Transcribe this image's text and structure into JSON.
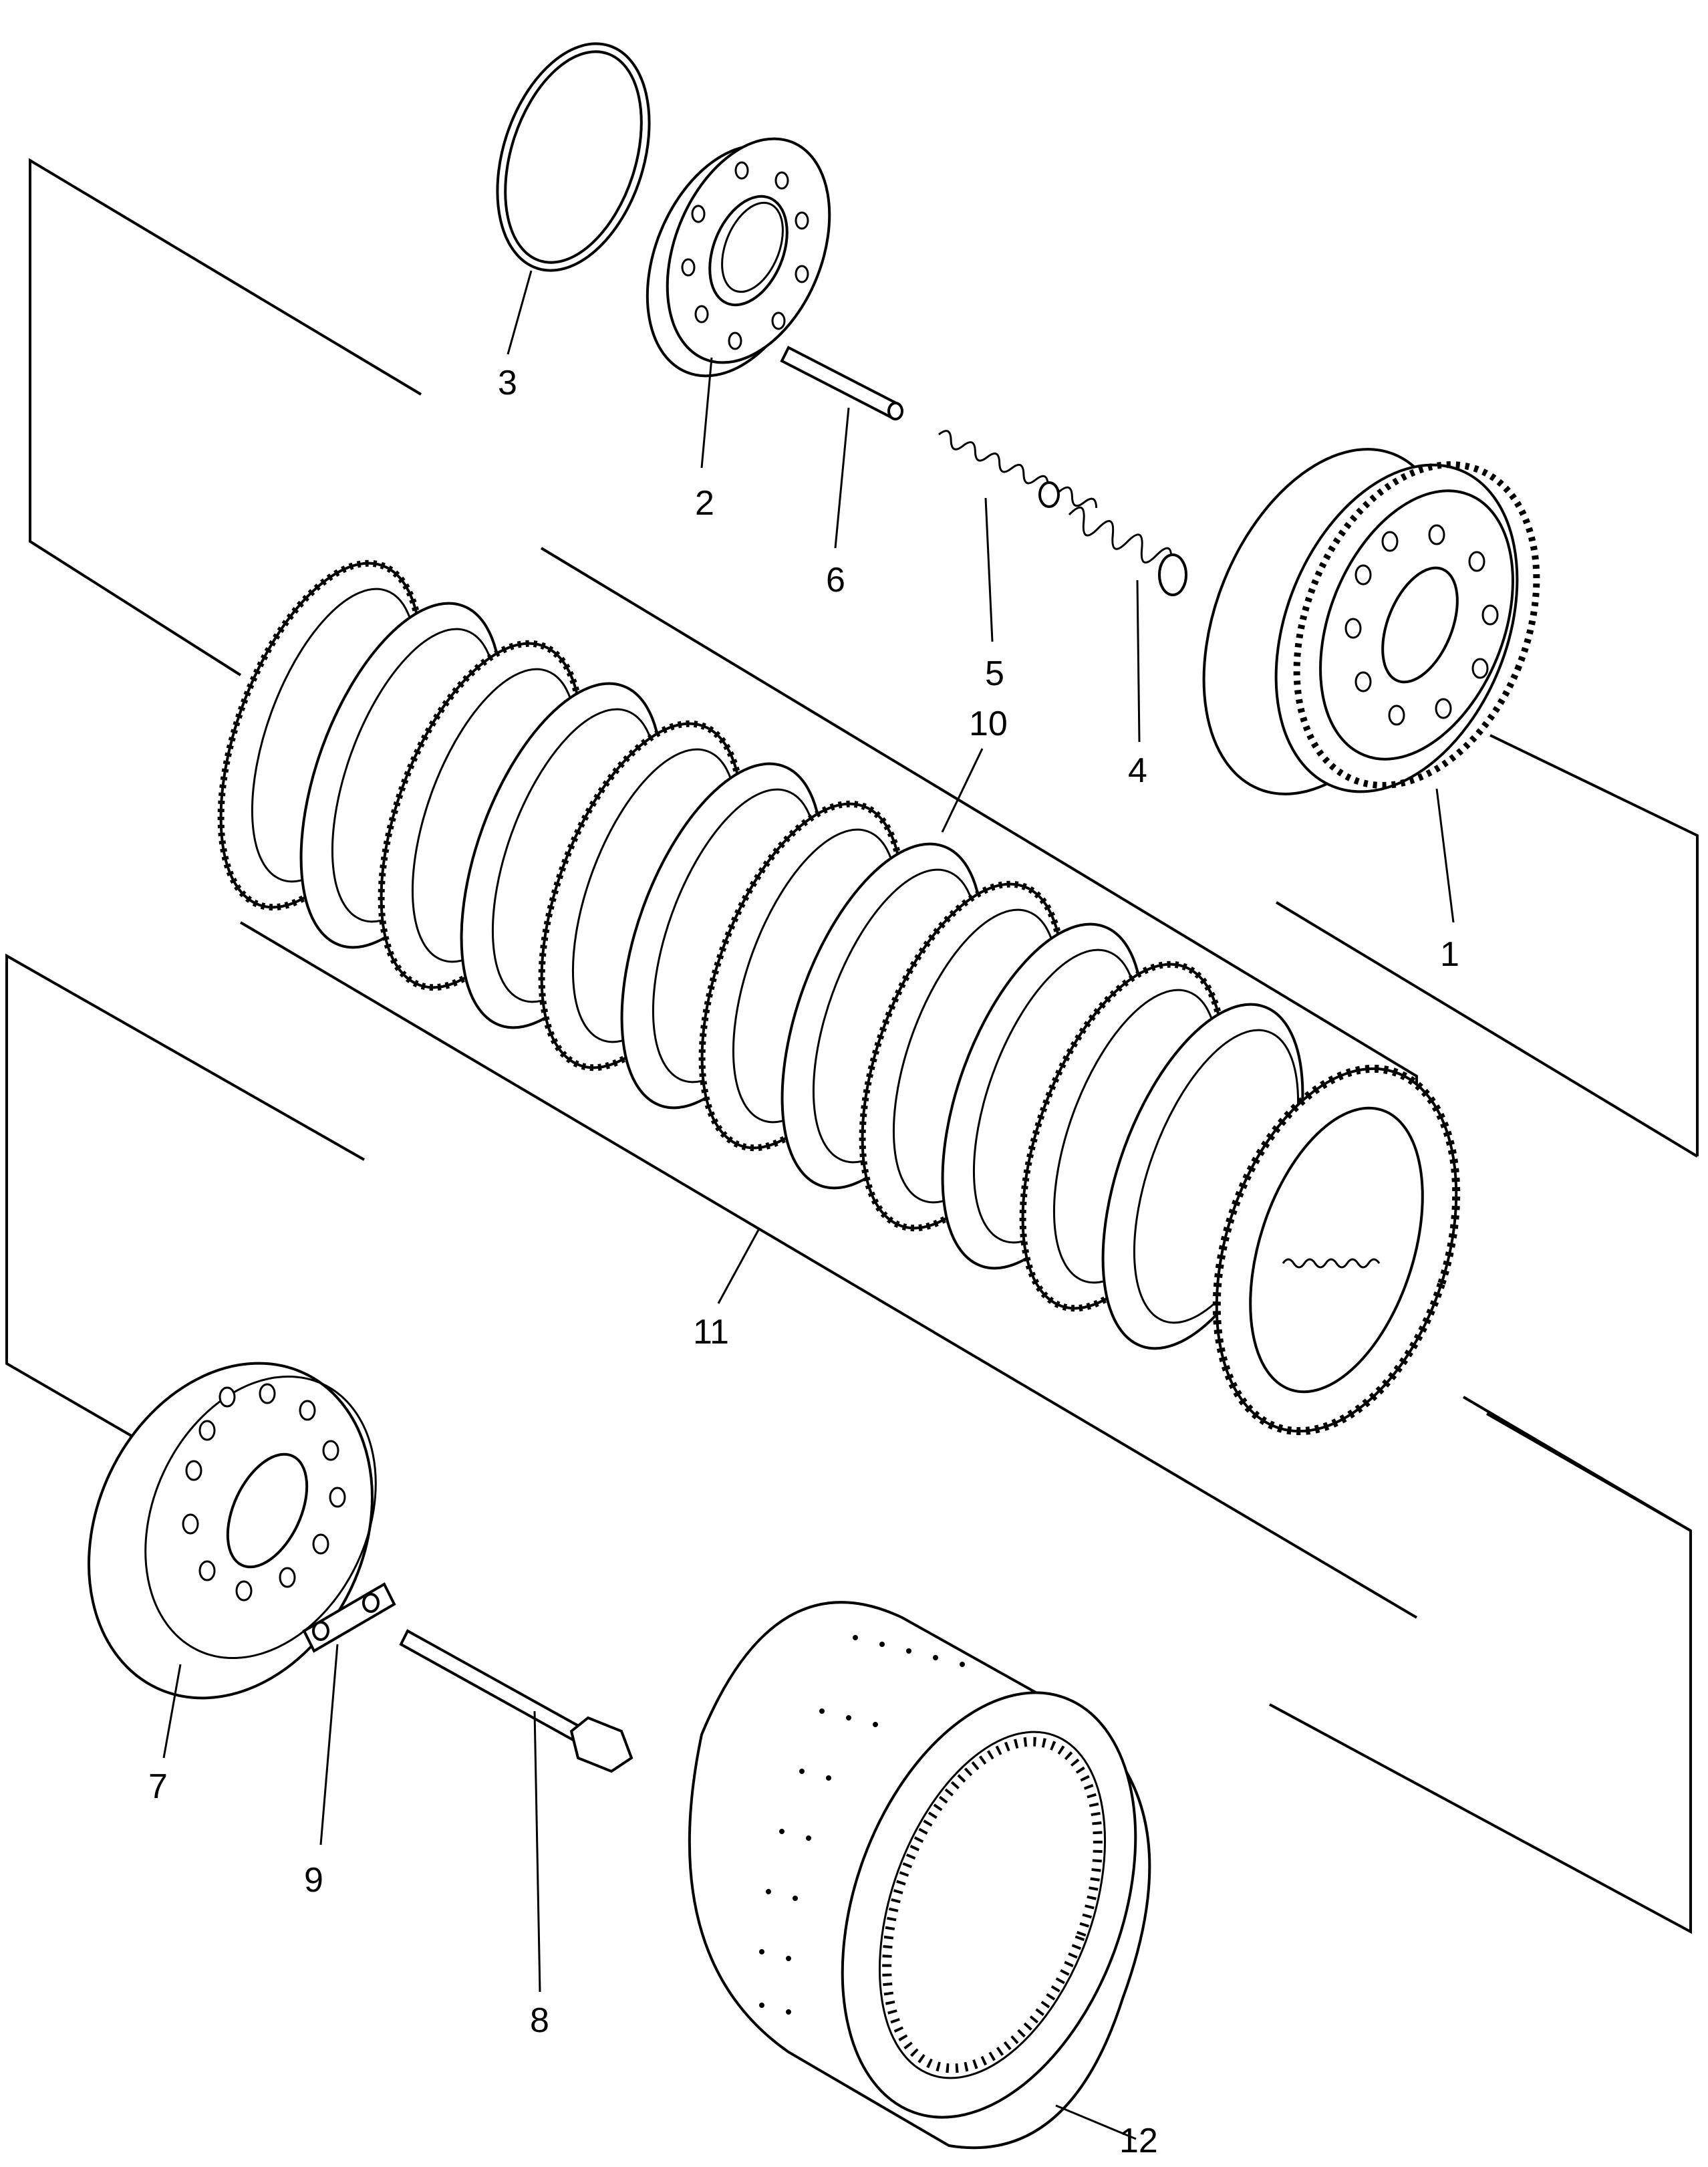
{
  "diagram": {
    "type": "exploded-parts-drawing",
    "callouts": {
      "p1": "1",
      "p2": "2",
      "p3": "3",
      "p4": "4",
      "p5": "5",
      "p6": "6",
      "p7": "7",
      "p8": "8",
      "p9": "9",
      "p10": "10",
      "p11": "11",
      "p12": "12"
    }
  }
}
